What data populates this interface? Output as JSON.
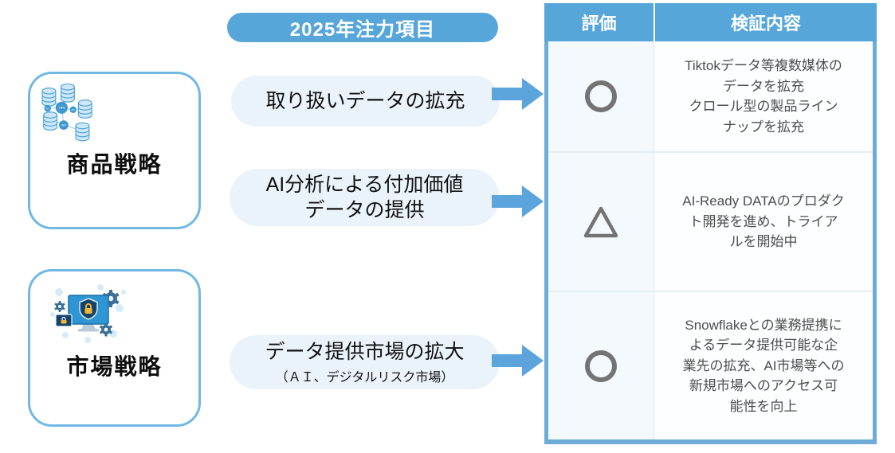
{
  "title_pill": "2025年注力項目",
  "left_boxes": [
    {
      "label": "商品戦略",
      "icon": "database-api-network-icon"
    },
    {
      "label": "市場戦略",
      "icon": "security-monitor-icon"
    }
  ],
  "items": [
    {
      "label": "取り扱いデータの拡充",
      "sub": ""
    },
    {
      "label": "AI分析による付加価値\nデータの提供",
      "sub": ""
    },
    {
      "label": "データ提供市場の拡大",
      "sub": "（ＡＩ、デジタルリスク市場）"
    }
  ],
  "table": {
    "headers": {
      "rating": "評価",
      "content": "検証内容"
    },
    "rows": [
      {
        "rating": "○",
        "content": "Tiktokデータ等複数媒体の\nデータを拡充\nクロール型の製品ライン\nナップを拡充"
      },
      {
        "rating": "△",
        "content": "AI-Ready DATAのプロダク\nト開発を進め、トライア\nルを開始中"
      },
      {
        "rating": "○",
        "content": "Snowflakeとの業務提携に\nよるデータ提供可能な企\n業先の拡充、AI市場等への\n新規市場へのアクセス可\n能性を向上"
      }
    ]
  },
  "colors": {
    "accent_blue": "#56a6da",
    "arrow_blue": "#5ba5dc",
    "pill_bg": "#eaf3fa",
    "box_border": "#71b8e4",
    "table_side_border": "#6cacd6",
    "rating_col_bg": "#f4f9fd",
    "symbol_gray": "#747474",
    "cell_text": "#4d4d4d"
  }
}
